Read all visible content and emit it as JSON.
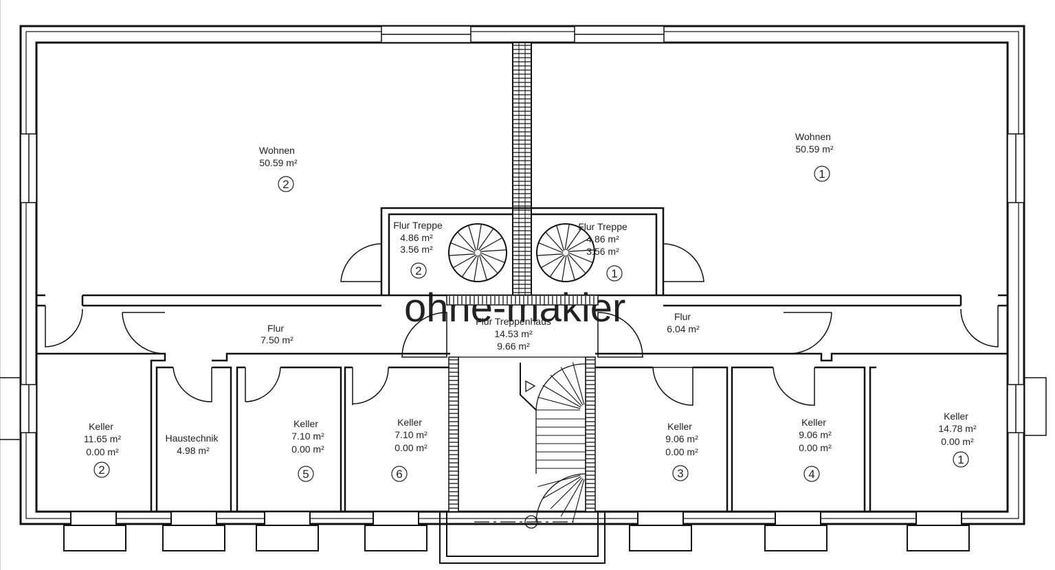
{
  "watermark": "ohne-makler",
  "rooms": {
    "wohnen_2": {
      "name": "Wohnen",
      "area": "50.59 m²",
      "unit": "2"
    },
    "wohnen_1": {
      "name": "Wohnen",
      "area": "50.59 m²",
      "unit": "1"
    },
    "flur_treppe_2": {
      "name": "Flur Treppe",
      "area": "4.86 m²",
      "area2": "3.56 m²",
      "unit": "2"
    },
    "flur_treppe_1": {
      "name": "Flur Treppe",
      "area": "4.86 m²",
      "area2": "3.56 m²",
      "unit": "1"
    },
    "flur_left": {
      "name": "Flur",
      "area": "7.50 m²"
    },
    "flur_treppenhaus": {
      "name": "Flur Treppenhaus",
      "area": "14.53 m²",
      "area2": "9.66 m²"
    },
    "flur_right": {
      "name": "Flur",
      "area": "6.04 m²"
    },
    "keller_2": {
      "name": "Keller",
      "area": "11.65 m²",
      "area2": "0.00 m²",
      "unit": "2"
    },
    "haustechnik": {
      "name": "Haustechnik",
      "area": "4.98 m²"
    },
    "keller_5": {
      "name": "Keller",
      "area": "7.10 m²",
      "area2": "0.00 m²",
      "unit": "5"
    },
    "keller_6": {
      "name": "Keller",
      "area": "7.10 m²",
      "area2": "0.00 m²",
      "unit": "6"
    },
    "keller_3": {
      "name": "Keller",
      "area": "9.06 m²",
      "area2": "0.00 m²",
      "unit": "3"
    },
    "keller_4": {
      "name": "Keller",
      "area": "9.06 m²",
      "area2": "0.00 m²",
      "unit": "4"
    },
    "keller_1": {
      "name": "Keller",
      "area": "14.78 m²",
      "area2": "0.00 m²",
      "unit": "1"
    }
  }
}
